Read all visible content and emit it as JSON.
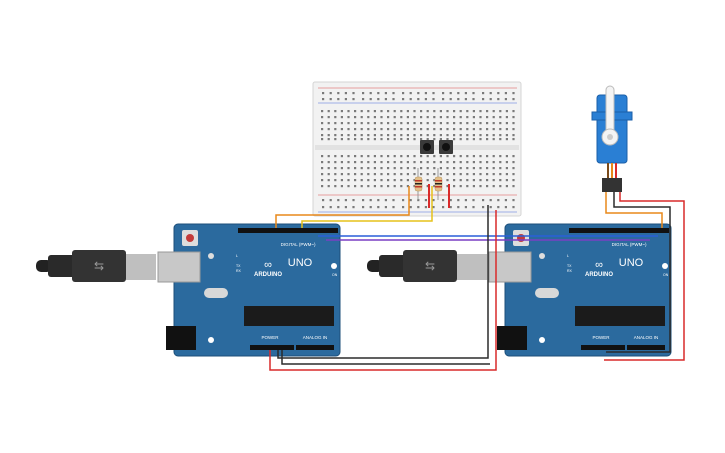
{
  "arduino_left": {
    "brand": "ARDUINO",
    "model": "UNO",
    "digital_label": "DIGITAL (PWM~)",
    "power_label": "POWER",
    "analog_label": "ANALOG IN",
    "tx": "TX",
    "rx": "RX",
    "l": "L",
    "on": "ON"
  },
  "arduino_right": {
    "brand": "ARDUINO",
    "model": "UNO",
    "digital_label": "DIGITAL (PWM~)",
    "power_label": "POWER",
    "analog_label": "ANALOG IN",
    "tx": "TX",
    "rx": "RX",
    "l": "L",
    "on": "ON"
  },
  "colors": {
    "board": "#2b6a9e",
    "board_edge": "#1c4f7a",
    "breadboard": "#f2f2f2",
    "wire_red": "#d92a2a",
    "wire_black": "#2b2b2b",
    "wire_orange": "#e8881a",
    "wire_yellow": "#e6c21a",
    "wire_blue": "#2a5fd9",
    "wire_purple": "#7a3fc4",
    "servo": "#2a7fd4"
  },
  "components": [
    "arduino-uno",
    "arduino-uno",
    "breadboard",
    "pushbutton",
    "pushbutton",
    "resistor",
    "resistor",
    "micro-servo",
    "usb-cable",
    "usb-cable"
  ]
}
